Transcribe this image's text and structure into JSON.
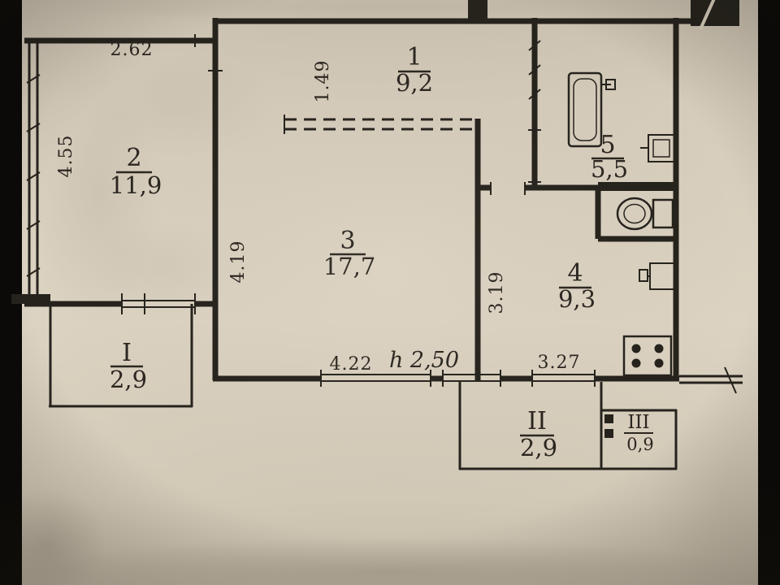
{
  "floor_plan": {
    "rooms": [
      {
        "number": "1",
        "area": "9,2"
      },
      {
        "number": "2",
        "area": "11,9"
      },
      {
        "number": "3",
        "area": "17,7"
      },
      {
        "number": "4",
        "area": "9,3"
      },
      {
        "number": "5",
        "area": "5,5"
      },
      {
        "number": "I",
        "area": "2,9"
      },
      {
        "number": "II",
        "area": "2,9"
      },
      {
        "number": "III",
        "area": "0,9"
      }
    ],
    "dimensions": {
      "room2_width": "2.62",
      "room2_depth": "4.55",
      "room1_depth": "1.49",
      "room3_depth": "4.19",
      "room3_width": "4.22",
      "room4_depth": "3.19",
      "room4_width": "3.27",
      "ceiling_height": "h 2,50"
    },
    "colors": {
      "paper": "#d8cebd",
      "ink": "#26231d",
      "photo_border": "#0b0a08"
    }
  }
}
